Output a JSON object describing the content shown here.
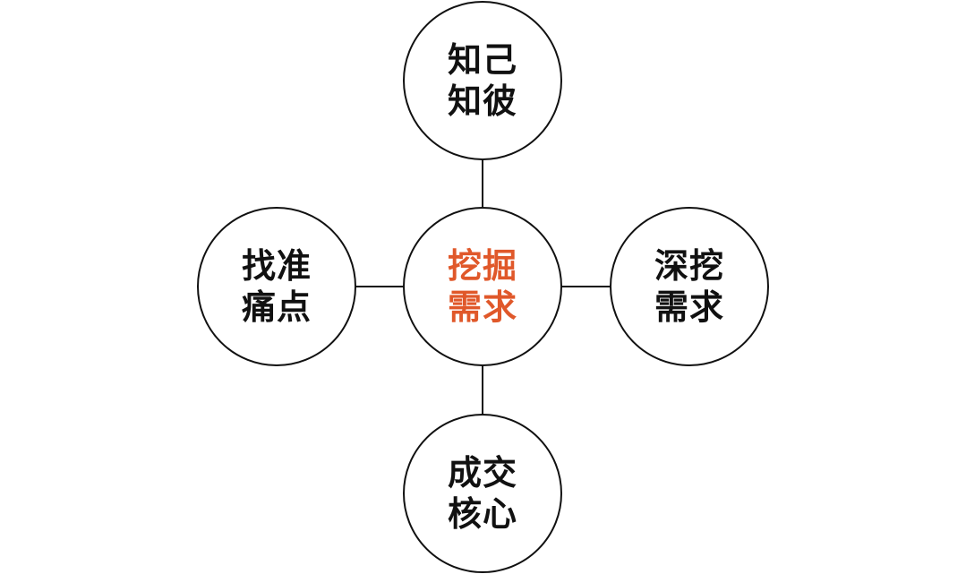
{
  "colors": {
    "center_text": "#e0582a",
    "text": "#111111",
    "stroke": "#111111",
    "background": "#ffffff"
  },
  "diagram": {
    "center": {
      "lines": [
        "挖掘",
        "需求"
      ]
    },
    "top": {
      "lines": [
        "知己",
        "知彼"
      ]
    },
    "left": {
      "lines": [
        "找准",
        "痛点"
      ]
    },
    "right": {
      "lines": [
        "深挖",
        "需求"
      ]
    },
    "bottom": {
      "lines": [
        "成交",
        "核心"
      ]
    }
  }
}
